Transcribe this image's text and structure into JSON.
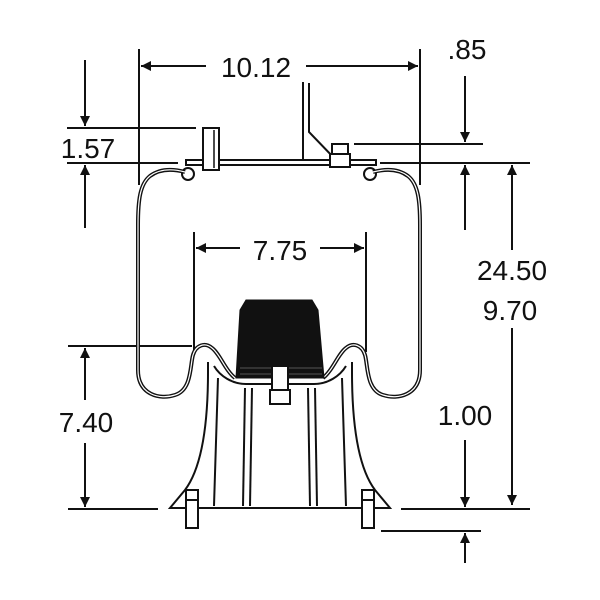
{
  "drawing": {
    "subject": "air spring assembly",
    "units": "in",
    "colors": {
      "line": "#111111",
      "background": "#ffffff"
    }
  },
  "dimensions": {
    "top_width": "10.12",
    "top_offset": ".85",
    "top_plate_height": "1.57",
    "piston_width": "7.75",
    "overall_height_max": "24.50",
    "overall_height_min": "9.70",
    "piston_height": "7.40",
    "stud_length": "1.00"
  }
}
